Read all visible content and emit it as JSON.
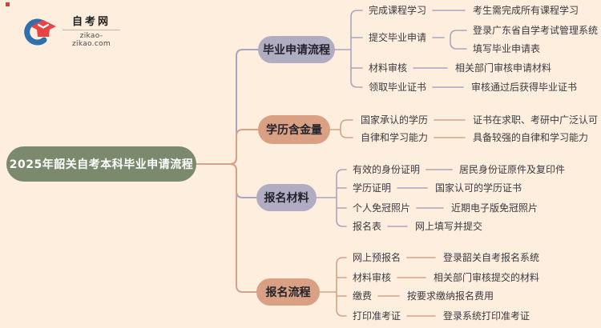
{
  "logo": {
    "site_name": "自考网",
    "site_url": "zikao-zikao.com"
  },
  "root": {
    "label": "2025年韶关自考本科毕业申请流程"
  },
  "branches": [
    {
      "label": "毕业申请流程",
      "color": "#b0acc2",
      "children": [
        {
          "label": "完成课程学习",
          "details": [
            "考生需完成所有课程学习"
          ]
        },
        {
          "label": "提交毕业申请",
          "details": [
            "登录广东省自学考试管理系统",
            "填写毕业申请表"
          ]
        },
        {
          "label": "材料审核",
          "details": [
            "相关部门审核申请材料"
          ]
        },
        {
          "label": "领取毕业证书",
          "details": [
            "审核通过后获得毕业证书"
          ]
        }
      ]
    },
    {
      "label": "学历含金量",
      "color": "#d9a084",
      "children": [
        {
          "label": "国家承认的学历",
          "details": [
            "证书在求职、考研中广泛认可"
          ]
        },
        {
          "label": "自律和学习能力",
          "details": [
            "具备较强的自律和学习能力"
          ]
        }
      ]
    },
    {
      "label": "报名材料",
      "color": "#b0acc2",
      "children": [
        {
          "label": "有效的身份证明",
          "details": [
            "居民身份证原件及复印件"
          ]
        },
        {
          "label": "学历证明",
          "details": [
            "国家认可的学历证书"
          ]
        },
        {
          "label": "个人免冠照片",
          "details": [
            "近期电子版免冠照片"
          ]
        },
        {
          "label": "报名表",
          "details": [
            "网上填写并提交"
          ]
        }
      ]
    },
    {
      "label": "报名流程",
      "color": "#d9a084",
      "children": [
        {
          "label": "网上预报名",
          "details": [
            "登录韶关自考报名系统"
          ]
        },
        {
          "label": "材料审核",
          "details": [
            "相关部门审核提交的材料"
          ]
        },
        {
          "label": "缴费",
          "details": [
            "按要求缴纳报名费用"
          ]
        },
        {
          "label": "打印准考证",
          "details": [
            "登录系统打印准考证"
          ]
        }
      ]
    }
  ],
  "colors": {
    "background": "#fdeedd",
    "root_fill": "#7b8a6d",
    "root_text": "#ffffff",
    "lavender_fill": "#b0acc2",
    "tan_fill": "#d9a084",
    "lavender_line": "#a9a5bf",
    "tan_line": "#d5a287",
    "text": "#3b3b42",
    "logo_blue": "#2f6fae",
    "logo_red": "#e84444"
  }
}
